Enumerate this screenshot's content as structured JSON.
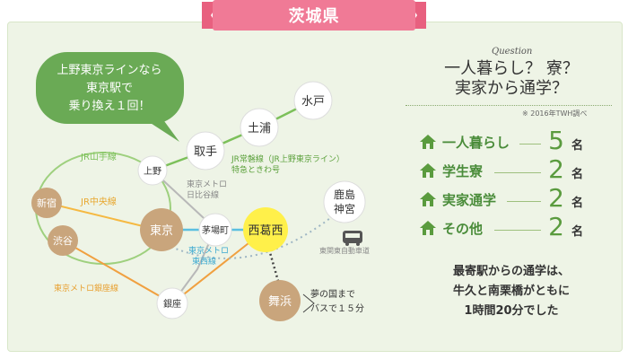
{
  "banner": {
    "title": "茨城県"
  },
  "bubble": {
    "lines": [
      "上野東京ラインなら",
      "東京駅で",
      "乗り換え１回！"
    ]
  },
  "stations": {
    "mito": "水戸",
    "tsuchiura": "土浦",
    "toride": "取手",
    "ueno": "上野",
    "shinjuku": "新宿",
    "shibuya": "渋谷",
    "tokyo": "東京",
    "kayabacho": "茅場町",
    "nishikasai": "西葛西",
    "kashima_line1": "鹿島",
    "kashima_line2": "神宮",
    "maihama": "舞浜",
    "ginza": "銀座"
  },
  "line_labels": {
    "yamanote": "JR山手線",
    "chuo": "JR中央線",
    "joban_line1": "JR常磐線（JR上野東京ライン）",
    "joban_line2": "特急ときわ号",
    "hibiya_line1": "東京メトロ",
    "hibiya_line2": "日比谷線",
    "tozai_line1": "東京メトロ",
    "tozai_line2": "東西線",
    "ginza": "東京メトロ銀座線",
    "highway": "東関東自動車道",
    "bus_line1": "夢の国まで",
    "bus_line2": "バスで１５分"
  },
  "question": {
    "label": "Question",
    "title_line1": "一人暮らし？ 寮？",
    "title_line2": "実家から通学？",
    "note": "※ 2016年TWH調べ"
  },
  "results": [
    {
      "label": "一人暮らし",
      "count": "5",
      "unit": "名"
    },
    {
      "label": "学生寮",
      "count": "2",
      "unit": "名"
    },
    {
      "label": "実家通学",
      "count": "2",
      "unit": "名"
    },
    {
      "label": "その他",
      "count": "2",
      "unit": "名"
    }
  ],
  "summary": {
    "line1": "最寄駅からの通学は、",
    "line2": "牛久と南栗橋がともに",
    "line3": "1時間20分でした"
  },
  "colors": {
    "banner": "#f07a96",
    "bubble": "#6aaa55",
    "green_line": "#7cc05a",
    "chuo_line": "#f5b942",
    "tozai_line": "#5bbfe0",
    "ginza_line": "#f0a040",
    "station_accent": "#c9a57c",
    "highlight": "#fff04a",
    "result_green": "#5a9b3e"
  }
}
